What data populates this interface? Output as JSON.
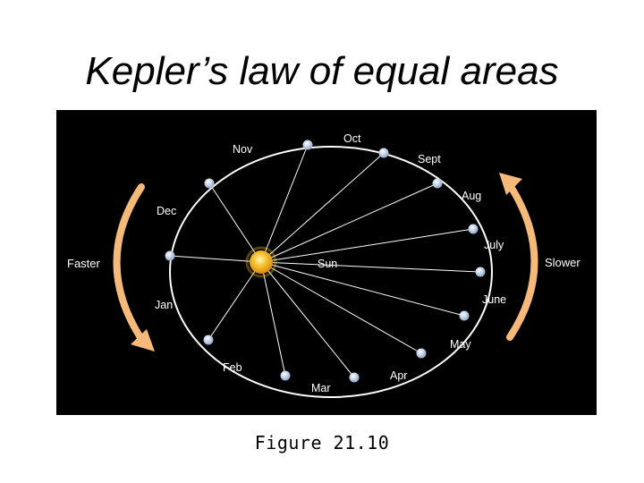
{
  "title": "Kepler’s law of equal areas",
  "caption": "Figure 21.10",
  "diagram": {
    "sun_label": "Sun",
    "faster_label": "Faster",
    "slower_label": "Slower",
    "months": [
      "Jan",
      "Feb",
      "Mar",
      "Apr",
      "May",
      "June",
      "July",
      "Aug",
      "Sept",
      "Oct",
      "Nov",
      "Dec"
    ],
    "colors": {
      "panel": "#000000",
      "orbit": "#ffffff",
      "arrow": "#f5b97a",
      "sun": "#f5b51f",
      "planet": "#c9d8ec"
    }
  }
}
